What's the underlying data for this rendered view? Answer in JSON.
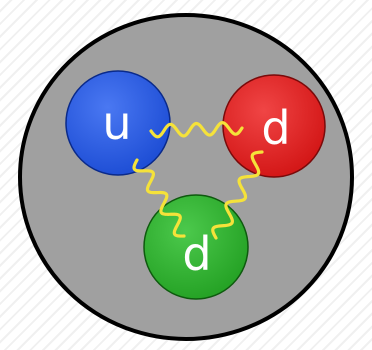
{
  "diagram": {
    "nucleon": {
      "fill": "#a0a0a0",
      "stroke": "#000000"
    },
    "quarks": [
      {
        "id": "up",
        "label": "u",
        "color": "#1f4fd6",
        "highlight": "#4a78f2"
      },
      {
        "id": "down-1",
        "label": "d",
        "color": "#d41818",
        "highlight": "#f04545"
      },
      {
        "id": "down-2",
        "label": "d",
        "color": "#26a326",
        "highlight": "#4cc94c"
      }
    ],
    "gluon_color": "#f5e23a",
    "gluons": [
      {
        "id": "gluon-up-down1",
        "from": "up",
        "to": "down-1"
      },
      {
        "id": "gluon-up-down2",
        "from": "up",
        "to": "down-2"
      },
      {
        "id": "gluon-down1-down2",
        "from": "down-1",
        "to": "down-2"
      }
    ]
  }
}
